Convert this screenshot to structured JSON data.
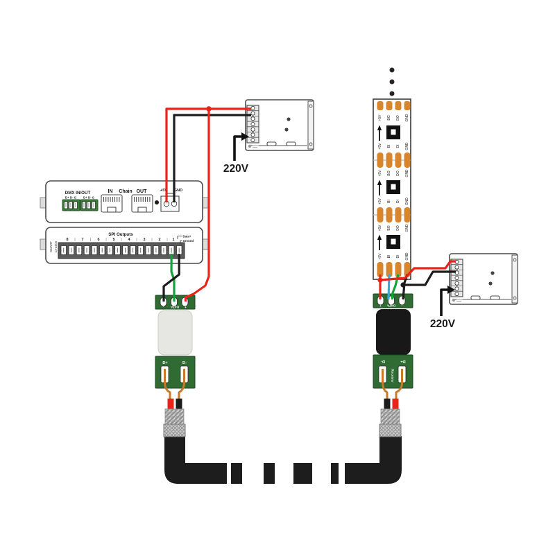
{
  "controller": {
    "brand": "SMART",
    "model": "CTL600",
    "dmx": {
      "title": "DMX IN/OUT",
      "pin_labels": "D+ D- G"
    },
    "jacks": {
      "in": "IN",
      "chain": "Chain",
      "out": "OUT"
    },
    "power": {
      "positive": "+5V",
      "ground": "GND"
    },
    "spi": {
      "title": "SPI Outputs",
      "outputs": [
        "8",
        "7",
        "6",
        "5",
        "4",
        "3",
        "2",
        "1"
      ],
      "separator": "|",
      "data_label": "Data+",
      "ground_label": "Ground"
    }
  },
  "psu_top": {
    "voltage": "220V"
  },
  "psu_right": {
    "voltage": "220V"
  },
  "led_strip": {
    "output_pads": [
      "+5V",
      "BO",
      "DO",
      "GND"
    ],
    "input_pads": [
      "+5V",
      "BI",
      "DI",
      "GND"
    ]
  },
  "transmitter": {
    "data_terminals": [
      "-",
      "DATA",
      "+"
    ],
    "dmx_terminals": [
      "D+",
      "D-"
    ]
  },
  "receiver": {
    "data_terminals": [
      "+",
      "DATA",
      "-"
    ],
    "dmx_terminals": [
      "D-",
      "D+"
    ],
    "label": "Receiver"
  },
  "colors": {
    "wire_red": "#e8231a",
    "wire_black": "#1c1c1c",
    "wire_green": "#12a13b",
    "wire_blue": "#35aade",
    "wire_orange": "#c97a28",
    "pad_copper": "#d9852c",
    "pcb_green": "#2f6b33"
  }
}
